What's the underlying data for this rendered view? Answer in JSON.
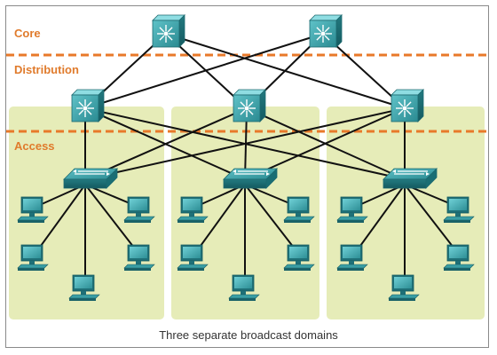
{
  "layers": {
    "core": "Core",
    "distribution": "Distribution",
    "access": "Access"
  },
  "caption": "Three separate broadcast domains",
  "colors": {
    "accent_orange": "#e8792a",
    "domain_fill": "#e6ecb8",
    "device_teal": "#2f8f96",
    "link": "#111111"
  },
  "icons": {
    "core_switch": "multilayer-switch-icon",
    "distribution_switch": "multilayer-switch-icon",
    "access_switch": "workgroup-switch-icon",
    "host": "pc-workstation-icon"
  }
}
